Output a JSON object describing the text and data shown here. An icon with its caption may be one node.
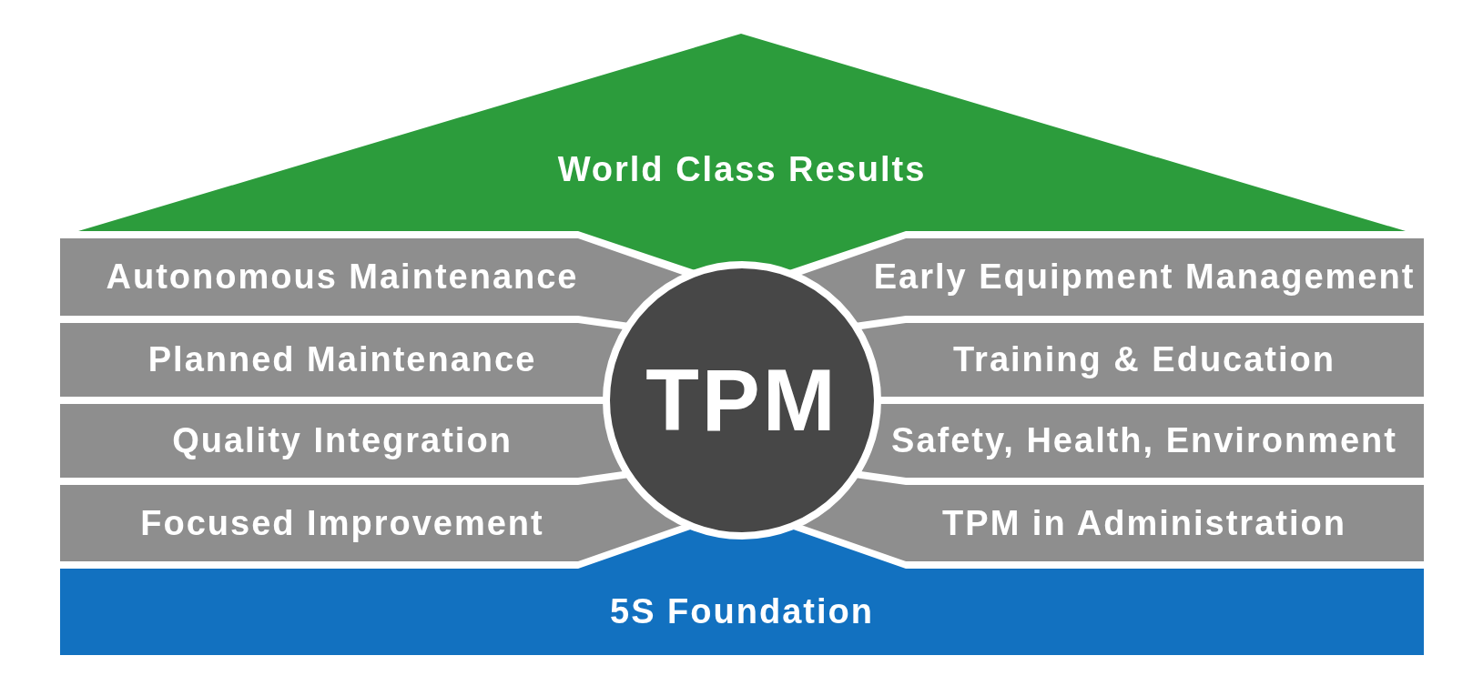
{
  "diagram": {
    "nodes": [
      {
        "text": [
          "World Class Results"
        ]
      },
      {
        "text": [
          "Autonomous Maintenance"
        ]
      },
      {
        "text": [
          "Early Equipment Management"
        ]
      },
      {
        "text": [
          "Planned Maintenance"
        ]
      },
      {
        "text": [
          "Training & Education"
        ]
      },
      {
        "text": [
          "Quality Integration"
        ]
      },
      {
        "text": [
          "Safety, Health, Environment"
        ]
      },
      {
        "text": [
          "Focused Improvement"
        ]
      },
      {
        "text": [
          "TPM in Administration"
        ]
      },
      {
        "text": [
          "TPM"
        ]
      },
      {
        "text": [
          "5S Foundation"
        ]
      }
    ]
  }
}
